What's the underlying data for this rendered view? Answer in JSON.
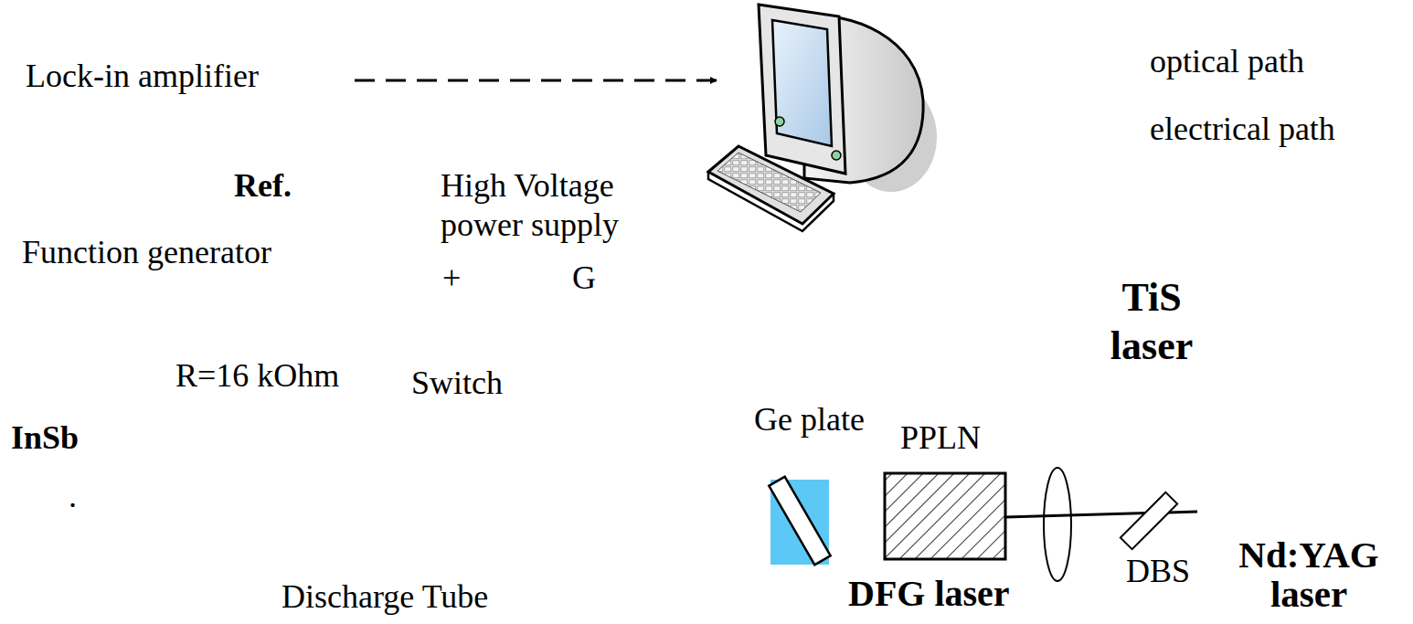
{
  "diagram": {
    "labels": [
      "Lock-in amplifier",
      "Ref.",
      "High Voltage power supply",
      "Function generator",
      "+",
      "G",
      "TiS laser",
      "R=16 kOhm",
      "Switch",
      "Ge plate",
      "PPLN",
      "InSb",
      ".",
      "DBS",
      "Nd:YAG laser",
      "Discharge Tube",
      "DFG laser"
    ],
    "legend": [
      {
        "text": "optical path"
      },
      {
        "text": "electrical path"
      }
    ]
  }
}
